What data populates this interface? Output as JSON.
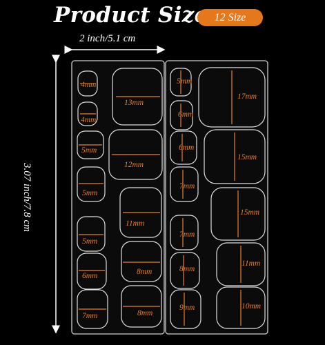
{
  "header": {
    "title": "Product Size",
    "badge": "12 Size"
  },
  "dimensions": {
    "width": "2 inch/5.1 cm",
    "height": "3.07 inch/7.8 cm"
  },
  "colors": {
    "accent": "#e5781d",
    "background": "#000000",
    "text": "#ffffff",
    "measure": "#e8832a"
  },
  "sizes": {
    "left_small": [
      "4mm",
      "4mm",
      "5mm",
      "5mm",
      "5mm",
      "6mm",
      "7mm"
    ],
    "left_large": [
      "13mm",
      "12mm",
      "11mm",
      "8mm",
      "8mm"
    ],
    "right_small": [
      "5mm",
      "6mm",
      "6mm",
      "7mm",
      "7mm",
      "8mm",
      "9mm"
    ],
    "right_large": [
      "17mm",
      "15mm",
      "15mm",
      "11mm",
      "10mm"
    ]
  }
}
